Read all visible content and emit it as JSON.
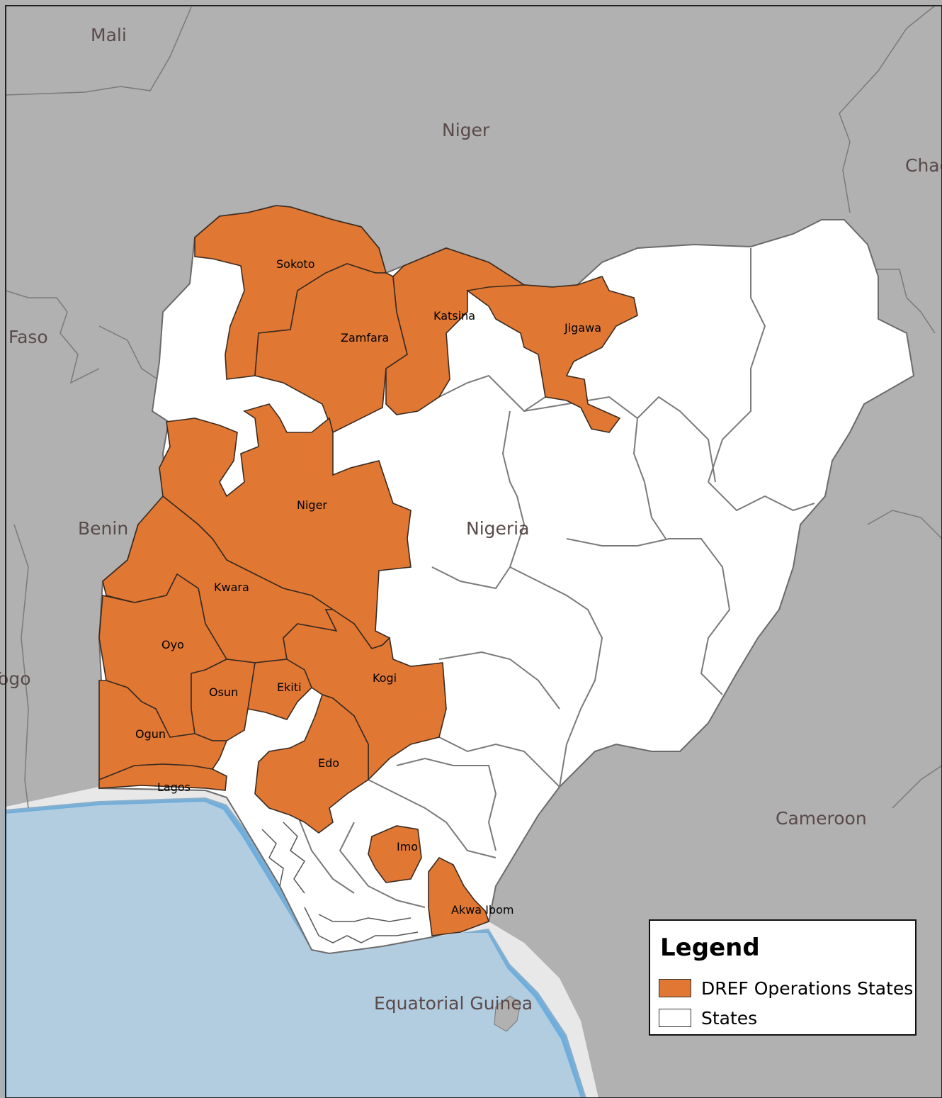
{
  "colors": {
    "background": "#b1b1b1",
    "sea": "#b3cde0",
    "coast_glow": "#6aaee0",
    "dref": "#e07834",
    "state": "#ffffff",
    "state_border": "#6b6b6b",
    "coast_band": "#e8e8e8"
  },
  "countries": {
    "mali": "Mali",
    "niger": "Niger",
    "chad": "Chad",
    "faso": "Faso",
    "benin": "Benin",
    "togo": "Togo",
    "nigeria": "Nigeria",
    "cameroon": "Cameroon",
    "equatorial_guinea": "Equatorial Guinea"
  },
  "states": {
    "sokoto": "Sokoto",
    "zamfara": "Zamfara",
    "katsina": "Katsina",
    "jigawa": "Jigawa",
    "niger": "Niger",
    "kwara": "Kwara",
    "oyo": "Oyo",
    "osun": "Osun",
    "ekiti": "Ekiti",
    "kogi": "Kogi",
    "ogun": "Ogun",
    "lagos": "Lagos",
    "edo": "Edo",
    "imo": "Imo",
    "akwa_ibom": "Akwa Ibom"
  },
  "legend": {
    "title": "Legend",
    "items": [
      {
        "label": "DREF Operations States",
        "color": "#e07834"
      },
      {
        "label": "States",
        "color": "#ffffff"
      }
    ]
  }
}
